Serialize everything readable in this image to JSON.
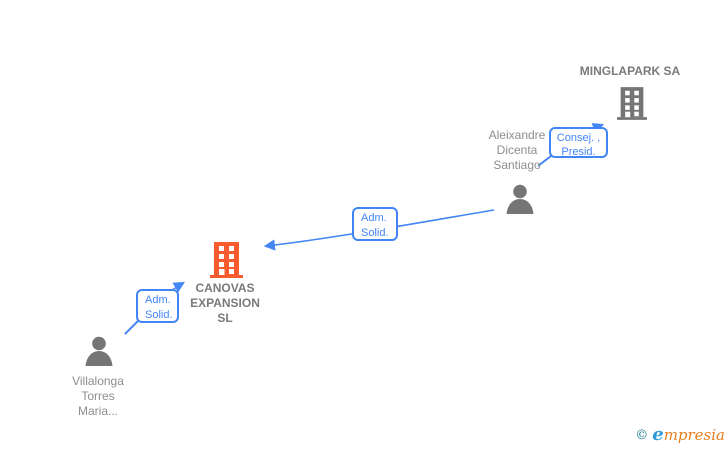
{
  "diagram": {
    "nodes": {
      "minglapark": {
        "type": "company",
        "name": "MINGLAPARK SA"
      },
      "aleixandre": {
        "type": "person",
        "lines": [
          "Aleixandre",
          "Dicenta",
          "Santiago"
        ]
      },
      "canovas": {
        "type": "company",
        "lines": [
          "CANOVAS",
          "EXPANSION",
          "SL"
        ]
      },
      "villalonga": {
        "type": "person",
        "lines": [
          "Villalonga",
          "Torres",
          "Maria..."
        ]
      }
    },
    "edges": [
      {
        "from": "Aleixandre Dicenta Santiago",
        "to": "MINGLAPARK SA",
        "label_lines": [
          "Consej. ,",
          "Presid."
        ]
      },
      {
        "from": "Aleixandre Dicenta Santiago",
        "to": "CANOVAS EXPANSION SL",
        "label_lines": [
          "Adm.",
          "Solid."
        ]
      },
      {
        "from": "Villalonga Torres Maria...",
        "to": "CANOVAS EXPANSION SL",
        "label_lines": [
          "Adm.",
          "Solid."
        ]
      }
    ],
    "colors": {
      "blue": "#4285f4",
      "orange": "#fa5b2e",
      "gray-icon": "#757575",
      "text-person": "#8e8e8e",
      "text-company": "#7a7a7a",
      "teal": "#1d7a8c",
      "logo-blue": "#2e9bd6",
      "logo-orange": "#e87f1f"
    }
  },
  "footer": {
    "copyright": "©",
    "brand_initial": "e",
    "brand_rest": "mpresia"
  }
}
